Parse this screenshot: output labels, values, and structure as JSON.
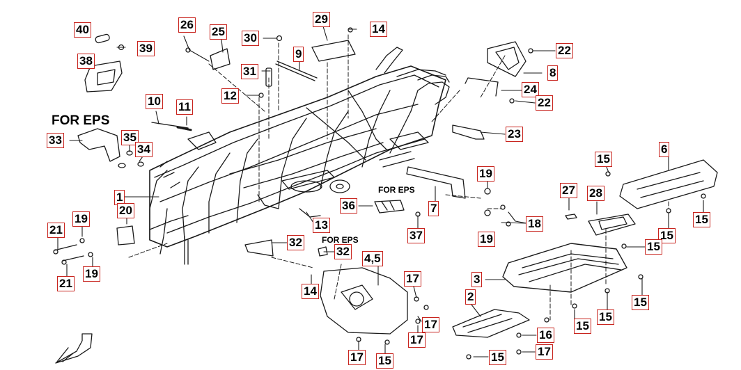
{
  "notes": {
    "for_eps_large": "FOR EPS",
    "for_eps_small_1": "FOR EPS",
    "for_eps_small_2": "FOR EPS"
  },
  "callouts": [
    {
      "id": "c1",
      "text": "40"
    },
    {
      "id": "c2",
      "text": "39"
    },
    {
      "id": "c3",
      "text": "38"
    },
    {
      "id": "c4",
      "text": "26"
    },
    {
      "id": "c5",
      "text": "25"
    },
    {
      "id": "c6",
      "text": "30"
    },
    {
      "id": "c7",
      "text": "9"
    },
    {
      "id": "c8",
      "text": "29"
    },
    {
      "id": "c9",
      "text": "14"
    },
    {
      "id": "c10",
      "text": "22"
    },
    {
      "id": "c11",
      "text": "8"
    },
    {
      "id": "c12",
      "text": "31"
    },
    {
      "id": "c13",
      "text": "24"
    },
    {
      "id": "c14",
      "text": "22"
    },
    {
      "id": "c15",
      "text": "12"
    },
    {
      "id": "c16",
      "text": "10"
    },
    {
      "id": "c17",
      "text": "11"
    },
    {
      "id": "c18",
      "text": "23"
    },
    {
      "id": "c19",
      "text": "33"
    },
    {
      "id": "c20",
      "text": "35"
    },
    {
      "id": "c21",
      "text": "34"
    },
    {
      "id": "c22",
      "text": "6"
    },
    {
      "id": "c23",
      "text": "15"
    },
    {
      "id": "c24",
      "text": "19"
    },
    {
      "id": "c25",
      "text": "27"
    },
    {
      "id": "c26",
      "text": "28"
    },
    {
      "id": "c27",
      "text": "1"
    },
    {
      "id": "c28",
      "text": "36"
    },
    {
      "id": "c29",
      "text": "7"
    },
    {
      "id": "c30",
      "text": "18"
    },
    {
      "id": "c31",
      "text": "15"
    },
    {
      "id": "c32",
      "text": "20"
    },
    {
      "id": "c33",
      "text": "19"
    },
    {
      "id": "c34",
      "text": "13"
    },
    {
      "id": "c35",
      "text": "37"
    },
    {
      "id": "c36",
      "text": "15"
    },
    {
      "id": "c37",
      "text": "21"
    },
    {
      "id": "c38",
      "text": "19"
    },
    {
      "id": "c39",
      "text": "32"
    },
    {
      "id": "c40",
      "text": "32"
    },
    {
      "id": "c41",
      "text": "15"
    },
    {
      "id": "c42",
      "text": "21"
    },
    {
      "id": "c43",
      "text": "19"
    },
    {
      "id": "c44",
      "text": "4,5"
    },
    {
      "id": "c45",
      "text": "3"
    },
    {
      "id": "c46",
      "text": "17"
    },
    {
      "id": "c47",
      "text": "14"
    },
    {
      "id": "c48",
      "text": "15"
    },
    {
      "id": "c49",
      "text": "2"
    },
    {
      "id": "c50",
      "text": "17"
    },
    {
      "id": "c51",
      "text": "15"
    },
    {
      "id": "c52",
      "text": "17"
    },
    {
      "id": "c53",
      "text": "15"
    },
    {
      "id": "c54",
      "text": "16"
    },
    {
      "id": "c55",
      "text": "17"
    },
    {
      "id": "c56",
      "text": "17"
    },
    {
      "id": "c57",
      "text": "15"
    },
    {
      "id": "c58",
      "text": "15"
    }
  ]
}
